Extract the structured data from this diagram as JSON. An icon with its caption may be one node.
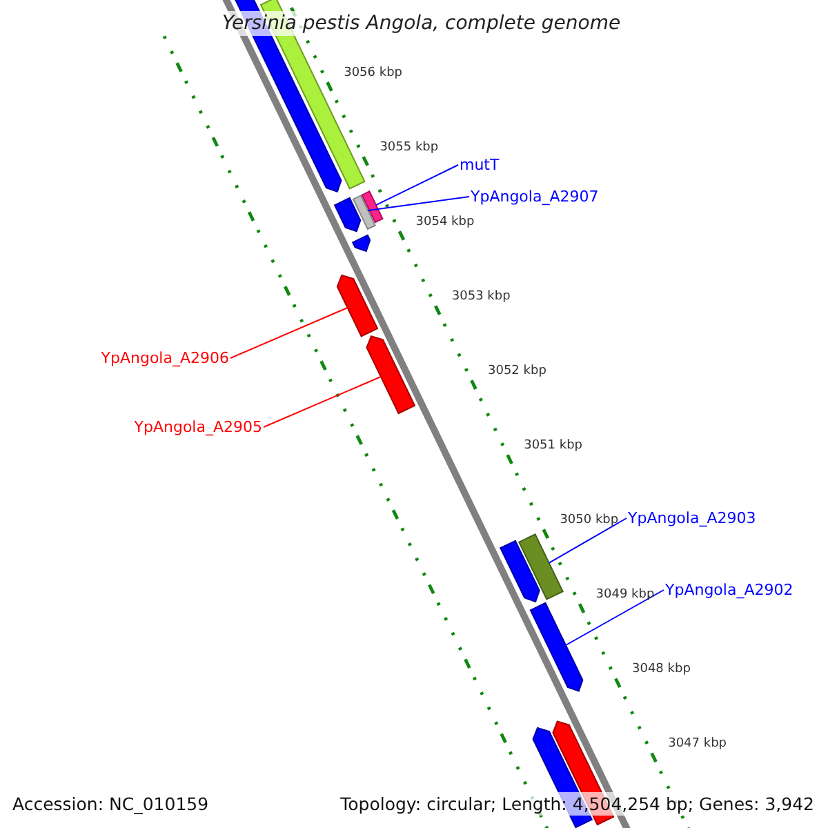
{
  "diagram": {
    "title": "Yersinia pestis Angola, complete genome",
    "nodes": [
      {
        "text": [],
        "shape": "bar"
      },
      {
        "text": [],
        "shape": "bar"
      },
      {
        "text": [
          "mutT"
        ]
      },
      {
        "text": [],
        "shape": "bar"
      },
      {
        "text": [
          "YpAngola_A2907"
        ]
      },
      {
        "text": [],
        "shape": "bar"
      },
      {
        "text": [],
        "shape": "bar"
      },
      {
        "text": [],
        "shape": "bar"
      },
      {
        "text": [
          "YpAngola_A2906"
        ]
      },
      {
        "text": [],
        "shape": "bar"
      },
      {
        "text": [
          "YpAngola_A2905"
        ]
      },
      {
        "text": [],
        "shape": "bar"
      },
      {
        "text": [
          "YpAngola_A2903"
        ]
      },
      {
        "text": [],
        "shape": "bar"
      },
      {
        "text": [],
        "shape": "bar"
      },
      {
        "text": [
          "YpAngola_A2902"
        ]
      },
      {
        "text": [],
        "shape": "bar"
      },
      {
        "text": [],
        "shape": "bar"
      },
      {
        "text": [],
        "shape": "bar"
      }
    ],
    "edges": [
      {
        "from": 2,
        "to": 3,
        "arrow": "none"
      },
      {
        "from": 4,
        "to": 5,
        "arrow": "none"
      },
      {
        "from": 8,
        "to": 9,
        "arrow": "none",
        "color": "#ff0000"
      },
      {
        "from": 10,
        "to": 11,
        "arrow": "none",
        "color": "#ff0000"
      },
      {
        "from": 12,
        "to": 13,
        "arrow": "none"
      },
      {
        "from": 15,
        "to": 16,
        "arrow": "none"
      }
    ],
    "labels": [
      "3056 kbp",
      "3055 kbp",
      "3054 kbp",
      "3053 kbp",
      "3052 kbp",
      "3051 kbp",
      "3050 kbp",
      "3049 kbp",
      "3048 kbp",
      "3047 kbp",
      "Accession: NC_010159",
      "Topology: circular; Length: 4,504,254 bp; Genes: 3,942"
    ]
  }
}
